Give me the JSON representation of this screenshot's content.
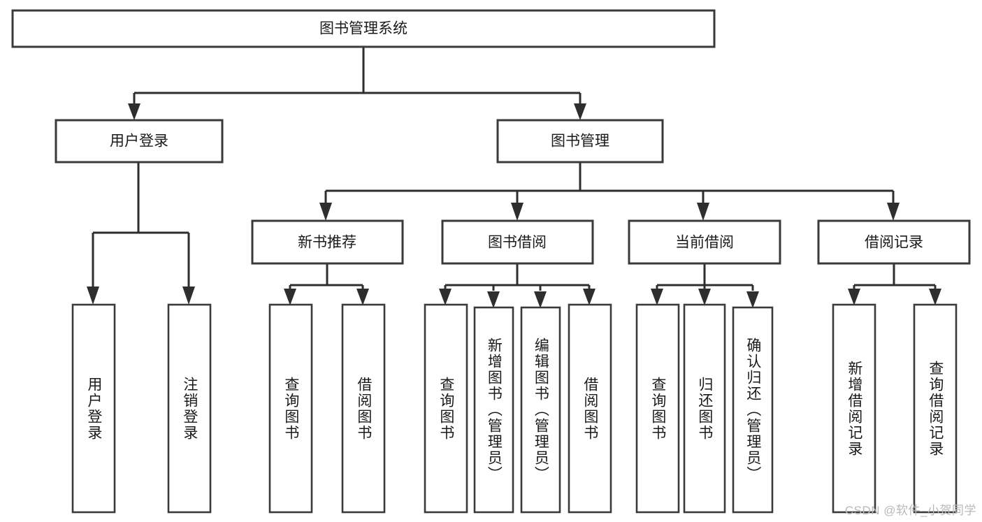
{
  "diagram": {
    "type": "tree-hierarchy",
    "title": "图书管理系统",
    "watermark": "CSDN @软件_小贺同学",
    "colors": {
      "stroke": "#3a3a3a",
      "connector": "#2e2e2e",
      "fill": "#ffffff",
      "text": "#1a1a1a",
      "watermark": "#b9b9b9"
    },
    "root": {
      "label": "图书管理系统"
    },
    "level1": [
      {
        "label": "用户登录"
      },
      {
        "label": "图书管理"
      }
    ],
    "level2": [
      {
        "label": "新书推荐"
      },
      {
        "label": "图书借阅"
      },
      {
        "label": "当前借阅"
      },
      {
        "label": "借阅记录"
      }
    ],
    "leaves": {
      "user_login": [
        {
          "label": "用户登录"
        },
        {
          "label": "注销登录"
        }
      ],
      "new_book_recommend": [
        {
          "label": "查询图书"
        },
        {
          "label": "借阅图书"
        }
      ],
      "book_borrow": [
        {
          "label": "查询图书"
        },
        {
          "label": "新增图书（管理员）"
        },
        {
          "label": "编辑图书（管理员）"
        },
        {
          "label": "借阅图书"
        }
      ],
      "current_borrow": [
        {
          "label": "查询图书"
        },
        {
          "label": "归还图书"
        },
        {
          "label": "确认归还（管理员）"
        }
      ],
      "borrow_record": [
        {
          "label": "新增借阅记录"
        },
        {
          "label": "查询借阅记录"
        }
      ]
    }
  }
}
